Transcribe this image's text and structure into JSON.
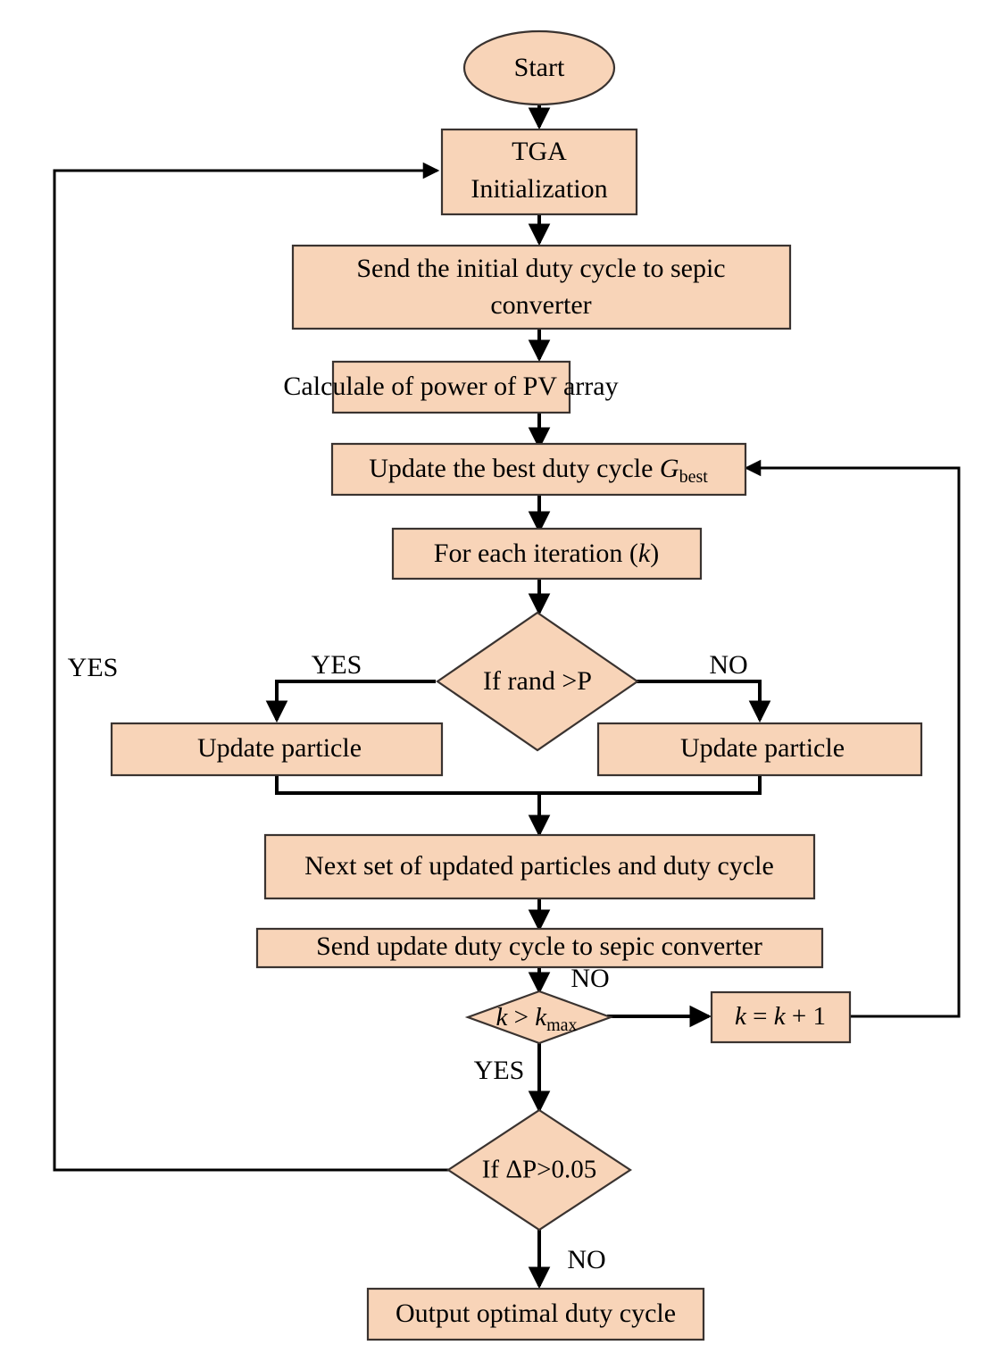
{
  "diagram": {
    "title": "MPPT TGA-PSO flowchart",
    "colors": {
      "node_fill": "#F8D4B8",
      "node_stroke": "#3A3330",
      "edge": "#000000",
      "background": "#FFFFFF",
      "text": "#000000"
    },
    "nodes": {
      "start": {
        "label": "Start",
        "shape": "ellipse"
      },
      "tga_init": {
        "line1": "TGA",
        "line2": "Initialization",
        "shape": "rect"
      },
      "send_initial": {
        "line1": "Send the initial duty cycle to sepic",
        "line2": "converter",
        "shape": "rect"
      },
      "calculate_power": {
        "label": "Calculale of power of PV array",
        "shape": "rect"
      },
      "update_best": {
        "prefix": "Update the best duty cycle ",
        "symbol": "G",
        "subscript": "best",
        "shape": "rect"
      },
      "for_each_iteration": {
        "prefix": "For each iteration (",
        "symbol": "k",
        "suffix": ")",
        "shape": "rect"
      },
      "if_rand": {
        "label": "If rand >P",
        "shape": "diamond"
      },
      "update_particle_left": {
        "label": "Update particle",
        "shape": "rect"
      },
      "update_particle_right": {
        "label": "Update particle",
        "shape": "rect"
      },
      "next_set": {
        "label": "Next set of updated particles and duty cycle",
        "shape": "rect"
      },
      "send_update": {
        "label": "Send update duty cycle to sepic converter",
        "shape": "rect"
      },
      "k_gt_kmax": {
        "symbol": "k",
        "middle": " > ",
        "symbol2": "k",
        "subscript": "max",
        "shape": "diamond"
      },
      "k_increment": {
        "symbol": "k",
        "rest": " = ",
        "symbol2": "k",
        "rest2": " + 1",
        "shape": "rect"
      },
      "if_delta_p": {
        "label": "If ΔP>0.05",
        "shape": "diamond"
      },
      "output_optimal": {
        "label": "Output optimal duty cycle",
        "shape": "rect"
      }
    },
    "edge_labels": {
      "rand_yes": "YES",
      "rand_no": "NO",
      "kmax_no": "NO",
      "kmax_yes": "YES",
      "deltap_yes": "YES",
      "deltap_no": "NO"
    }
  }
}
